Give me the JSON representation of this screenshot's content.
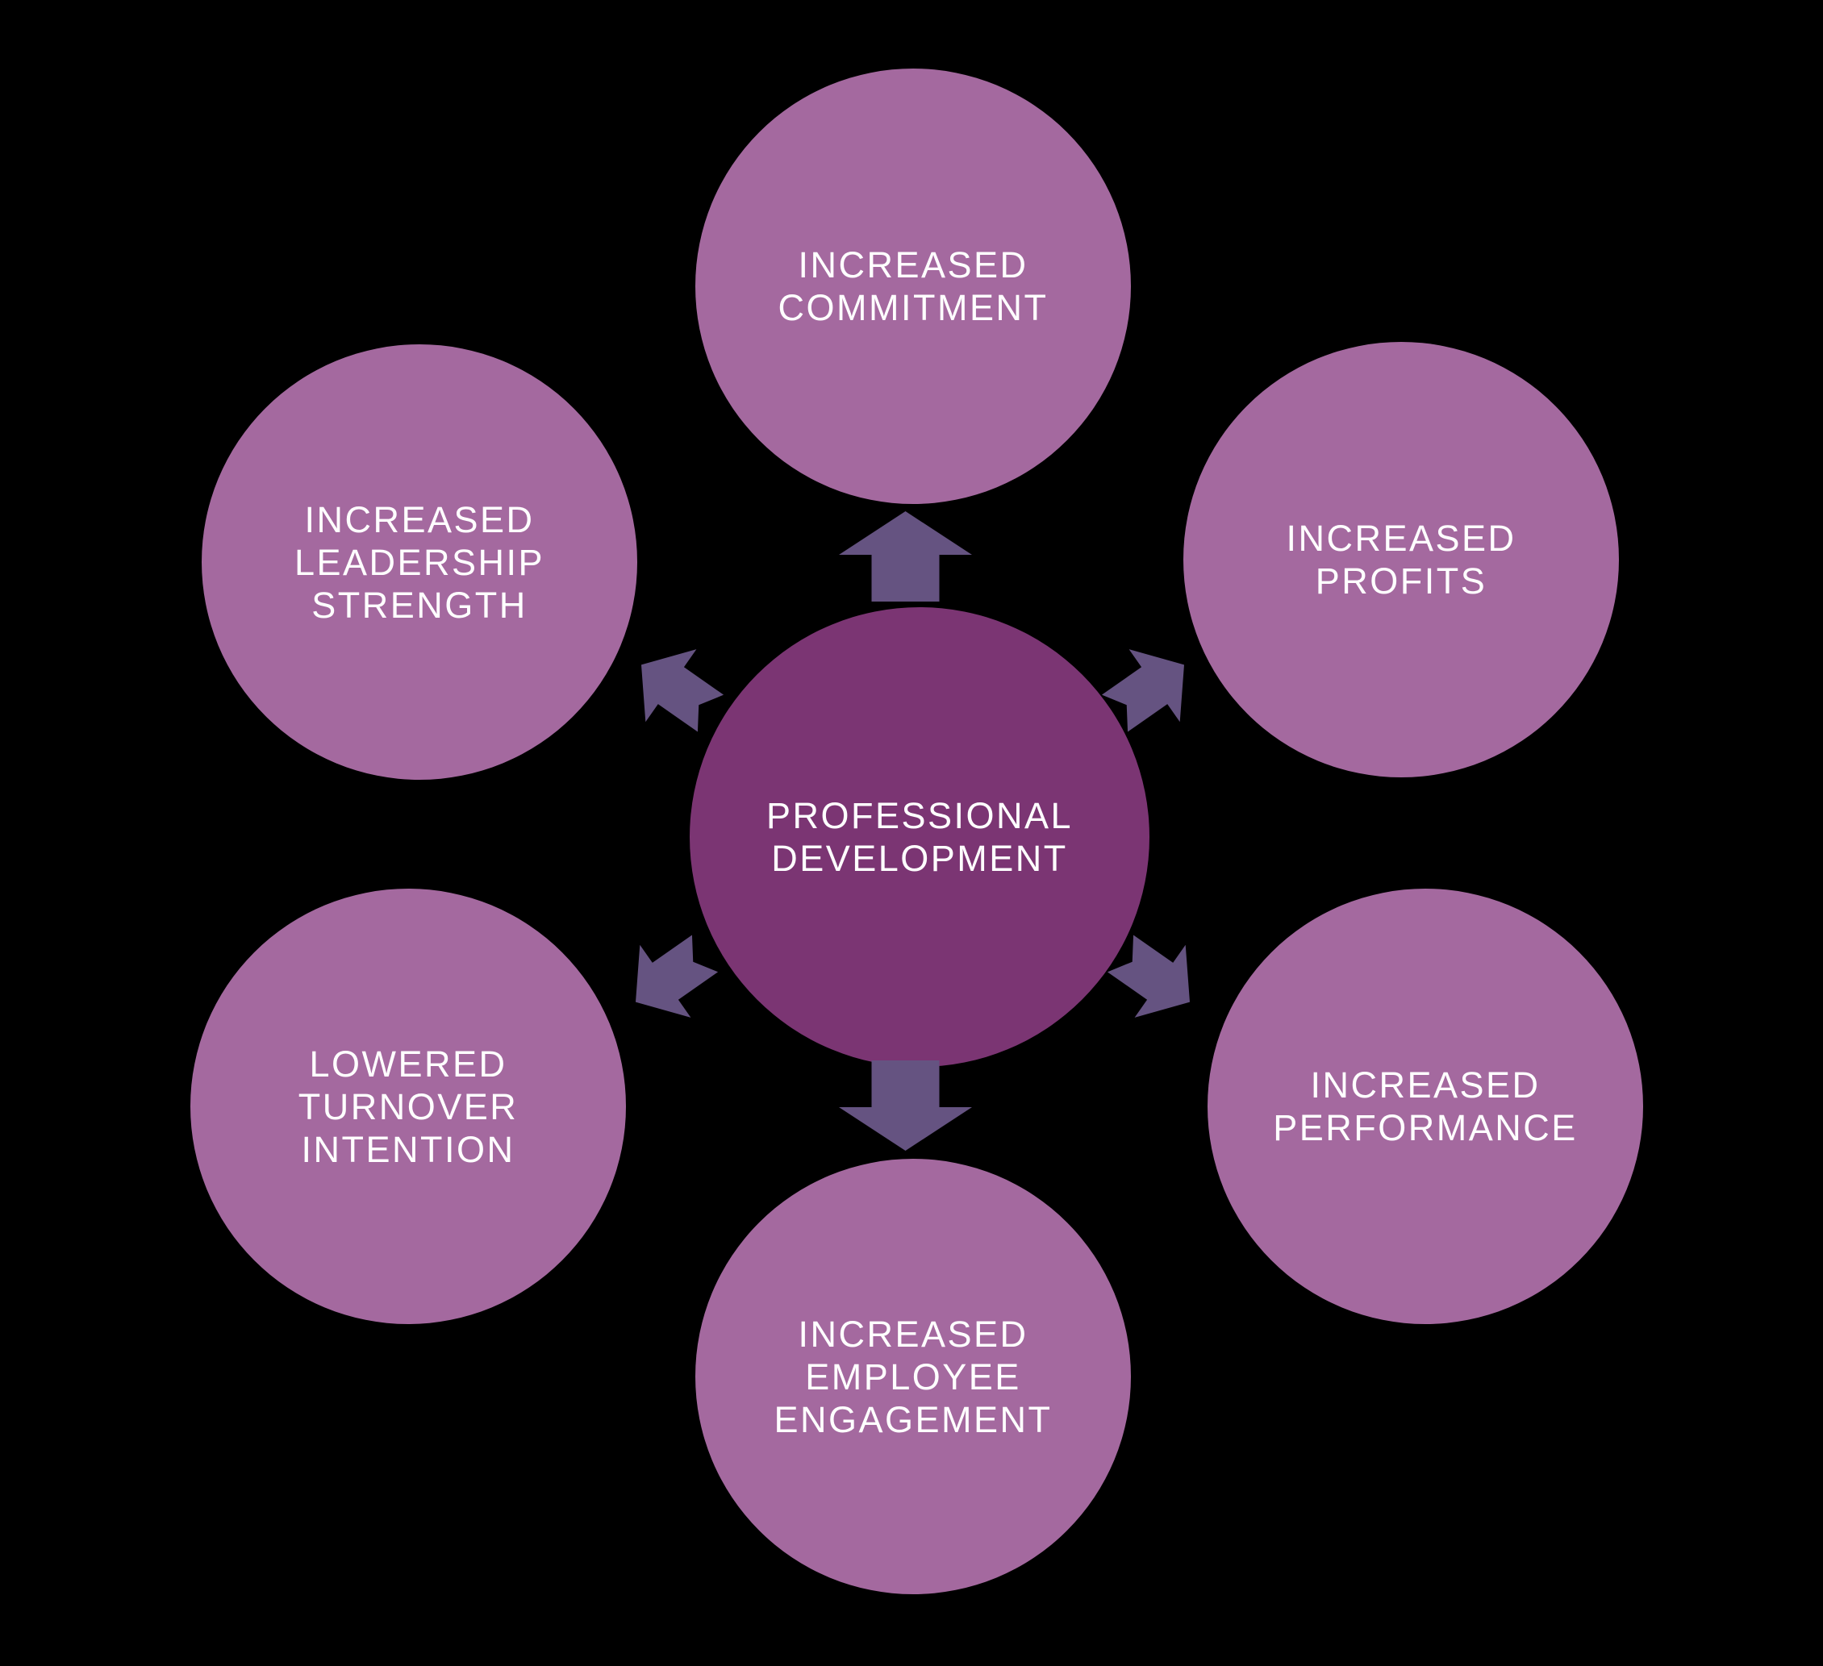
{
  "diagram": {
    "center_node": {
      "id": "professional-development",
      "lines": [
        "PROFESSIONAL",
        "DEVELOPMENT"
      ]
    },
    "nodes": [
      {
        "id": "increased-commitment",
        "lines": [
          "INCREASED",
          "COMMITMENT"
        ]
      },
      {
        "id": "increased-profits",
        "lines": [
          "INCREASED",
          "PROFITS"
        ]
      },
      {
        "id": "increased-performance",
        "lines": [
          "INCREASED",
          "PERFORMANCE"
        ]
      },
      {
        "id": "increased-employee-engagement",
        "lines": [
          "INCREASED",
          "EMPLOYEE",
          "ENGAGEMENT"
        ]
      },
      {
        "id": "lowered-turnover-intention",
        "lines": [
          "LOWERED",
          "TURNOVER",
          "INTENTION"
        ]
      },
      {
        "id": "increased-leadership-strength",
        "lines": [
          "INCREASED",
          "LEADERSHIP",
          "STRENGTH"
        ]
      }
    ],
    "colors": {
      "background": "#000000",
      "outer-circle": "#a4699f",
      "center-circle": "#7b3573",
      "arrow": "#655381",
      "text": "#ffffff"
    }
  }
}
